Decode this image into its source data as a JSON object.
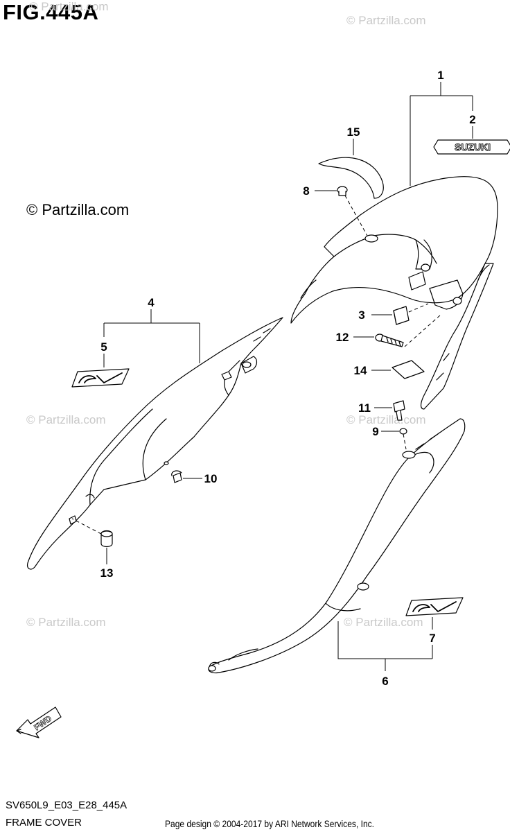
{
  "figure": {
    "title": "FIG.445A",
    "code": "SV650L9_E03_E28_445A",
    "name": "FRAME COVER",
    "credit": "Page design © 2004-2017 by ARI Network Services, Inc."
  },
  "watermark": {
    "main": "© Partzilla.com",
    "faint": "© Partzilla.com"
  },
  "callouts": [
    "1",
    "2",
    "3",
    "4",
    "5",
    "6",
    "7",
    "8",
    "9",
    "10",
    "11",
    "12",
    "13",
    "14",
    "15"
  ],
  "emblems": {
    "suzuki": "SUZUKI",
    "fwd": "FWD"
  },
  "colors": {
    "line": "#000000",
    "watermark": "#c9c9c9",
    "part_fill": "#ffffff"
  },
  "icons": [
    "fwd-arrow-icon",
    "sv-emblem-icon",
    "suzuki-emblem-icon"
  ]
}
